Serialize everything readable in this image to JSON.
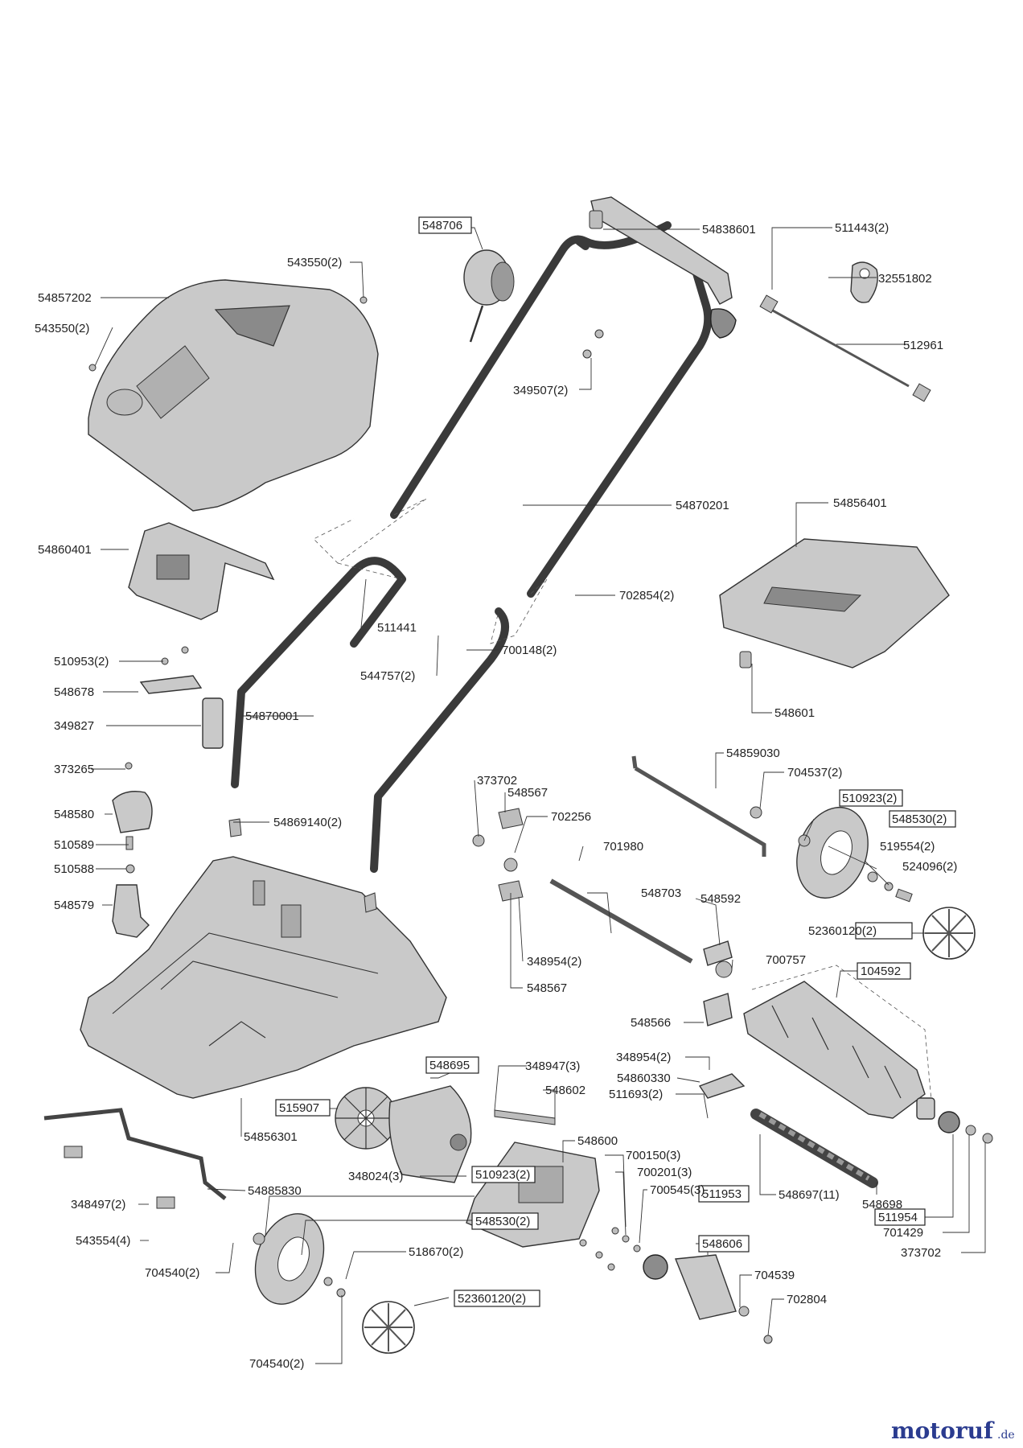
{
  "labels": {
    "p548706": "548706",
    "p54838601": "54838601",
    "p511443": "511443(2)",
    "p32551802": "32551802",
    "p543550a": "543550(2)",
    "p54857202": "54857202",
    "p543550b": "543550(2)",
    "p512961": "512961",
    "p349507": "349507(2)",
    "p54870201": "54870201",
    "p54856401": "54856401",
    "p54860401": "54860401",
    "p702854": "702854(2)",
    "p511441": "511441",
    "p700148": "700148(2)",
    "p510953": "510953(2)",
    "p544757": "544757(2)",
    "p548678": "548678",
    "p548601": "548601",
    "p349827": "349827",
    "p54870001": "54870001",
    "p54859030": "54859030",
    "p373265": "373265",
    "p373702a": "373702",
    "p704537": "704537(2)",
    "p548567a": "548567",
    "p510923a": "510923(2)",
    "p548580": "548580",
    "p702256": "702256",
    "p548530a": "548530(2)",
    "p54869140": "54869140(2)",
    "p519554": "519554(2)",
    "p510589": "510589",
    "p701980": "701980",
    "p524096": "524096(2)",
    "p510588": "510588",
    "p548703": "548703",
    "p548592": "548592",
    "p548579": "548579",
    "p52360120a": "52360120(2)",
    "p348954a": "348954(2)",
    "p700757": "700757",
    "p104592": "104592",
    "p548567b": "548567",
    "p548566": "548566",
    "p348954b": "348954(2)",
    "p548695": "548695",
    "p348947": "348947(3)",
    "p54860330": "54860330",
    "p511693": "511693(2)",
    "p548602": "548602",
    "p515907": "515907",
    "p54856301": "54856301",
    "p548600": "548600",
    "p700150": "700150(3)",
    "p700201": "700201(3)",
    "p348024": "348024(3)",
    "p54885830": "54885830",
    "p700545": "700545(3)",
    "p548697": "548697(11)",
    "p548698": "548698",
    "p510923b": "510923(2)",
    "p348497": "348497(2)",
    "p511953": "511953",
    "p511954": "511954",
    "p548530b": "548530(2)",
    "p701429": "701429",
    "p543554": "543554(4)",
    "p518670": "518670(2)",
    "p548606": "548606",
    "p373702b": "373702",
    "p704540a": "704540(2)",
    "p704539": "704539",
    "p52360120b": "52360120(2)",
    "p702804": "702804",
    "p704540b": "704540(2)"
  },
  "watermark": {
    "brand": "motoruf",
    "suffix": ".de"
  }
}
